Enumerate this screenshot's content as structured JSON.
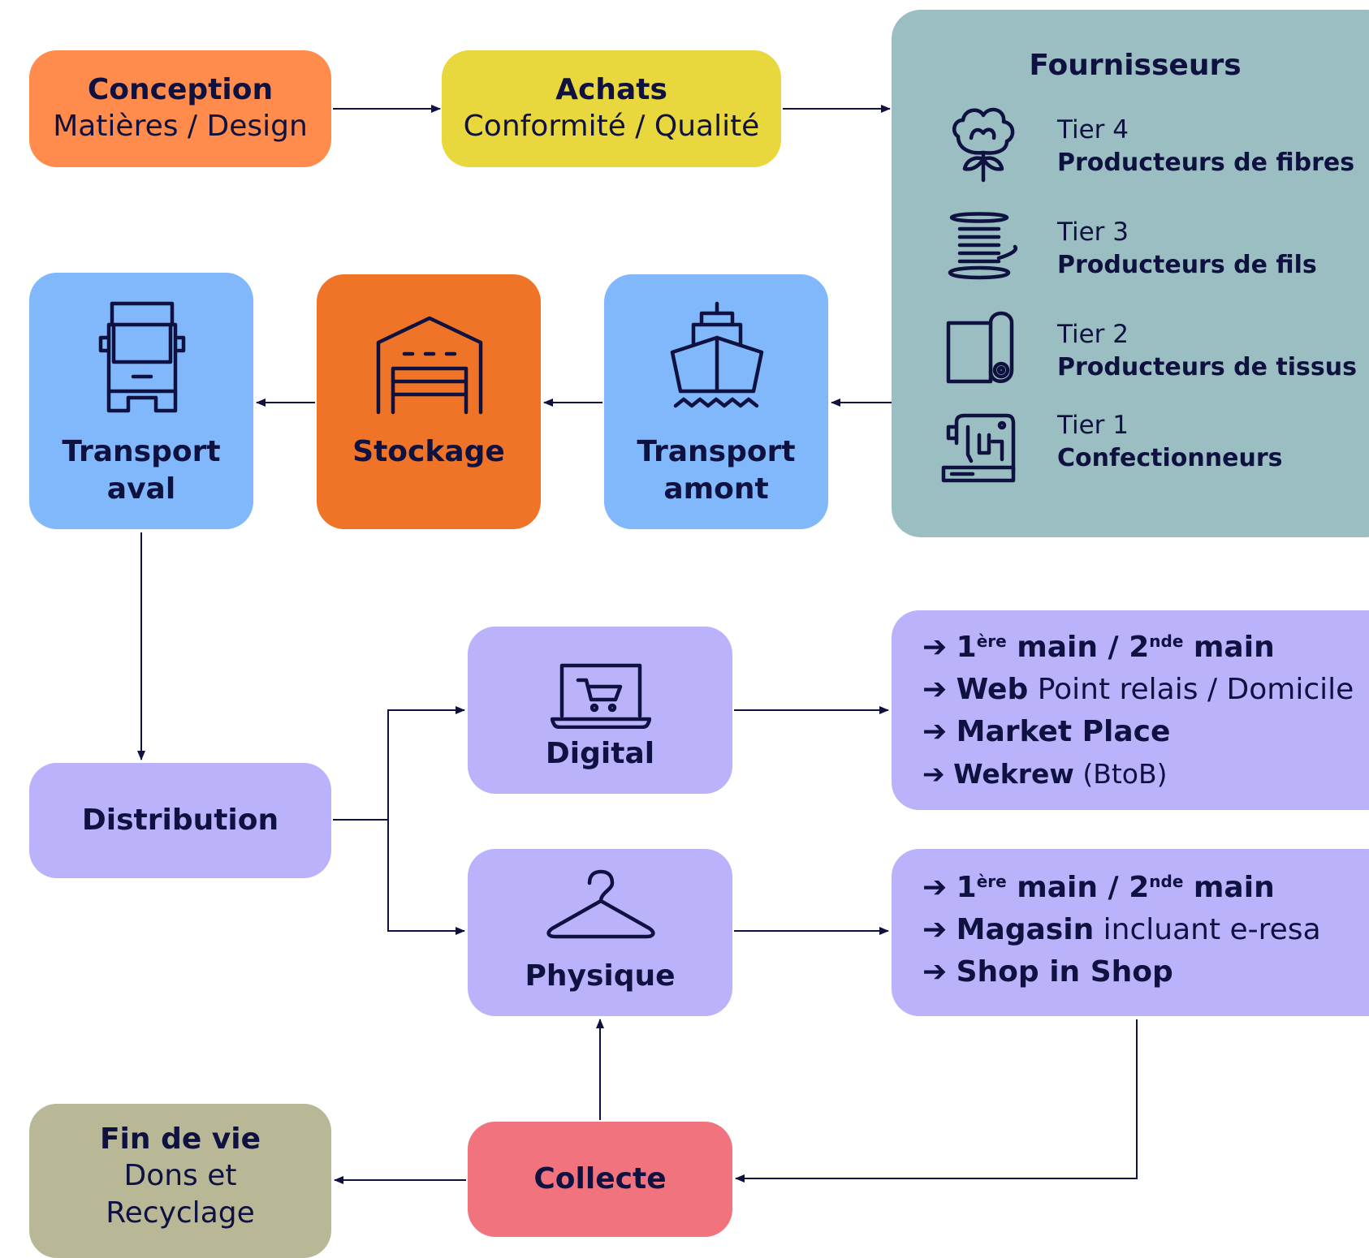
{
  "conception": {
    "title": "Conception",
    "subtitle": "Matières / Design"
  },
  "achats": {
    "title": "Achats",
    "subtitle": "Conformité / Qualité"
  },
  "fournisseurs": {
    "title": "Fournisseurs",
    "tiers": [
      {
        "tier": "Tier 4",
        "label": "Producteurs de fibres",
        "icon": "cotton-flower-icon"
      },
      {
        "tier": "Tier 3",
        "label": "Producteurs de fils",
        "icon": "thread-spool-icon"
      },
      {
        "tier": "Tier 2",
        "label": "Producteurs de tissus",
        "icon": "fabric-roll-icon"
      },
      {
        "tier": "Tier 1",
        "label": "Confectionneurs",
        "icon": "sewing-machine-icon"
      }
    ]
  },
  "transport_aval": {
    "line1": "Transport",
    "line2": "aval",
    "icon": "truck-icon"
  },
  "stockage": {
    "title": "Stockage",
    "icon": "warehouse-icon"
  },
  "transport_amont": {
    "line1": "Transport",
    "line2": "amont",
    "icon": "ship-icon"
  },
  "distribution": {
    "title": "Distribution"
  },
  "digital": {
    "title": "Digital",
    "icon": "laptop-cart-icon"
  },
  "physique": {
    "title": "Physique",
    "icon": "hanger-icon"
  },
  "digital_list": {
    "arrow": "➔",
    "item1": {
      "a": "1",
      "a_sup": "ère",
      "b": " main / 2",
      "b_sup": "nde",
      "c": " main"
    },
    "item2": {
      "bold": "Web",
      "rest": " Point relais / Domicile"
    },
    "item3": {
      "bold": "Market Place"
    },
    "item4": {
      "bold": "Wekrew",
      "rest": " (BtoB)"
    }
  },
  "physique_list": {
    "arrow": "➔",
    "item1": {
      "a": "1",
      "a_sup": "ère",
      "b": " main / 2",
      "b_sup": "nde",
      "c": " main"
    },
    "item2": {
      "bold": "Magasin",
      "rest": " incluant e-resa"
    },
    "item3": {
      "bold": "Shop in Shop"
    }
  },
  "fin_de_vie": {
    "title": "Fin de vie",
    "line2": "Dons et",
    "line3": "Recyclage"
  },
  "collecte": {
    "title": "Collecte"
  },
  "colors": {
    "ink": "#0f1240",
    "conception": "#ff8c4c",
    "achats": "#e8d73d",
    "fournisseurs": "#9bbec2",
    "transport": "#80b8fb",
    "stockage": "#ef7427",
    "distribution": "#bbb2fc",
    "fin_de_vie": "#b9b896",
    "collecte": "#f0737e"
  }
}
